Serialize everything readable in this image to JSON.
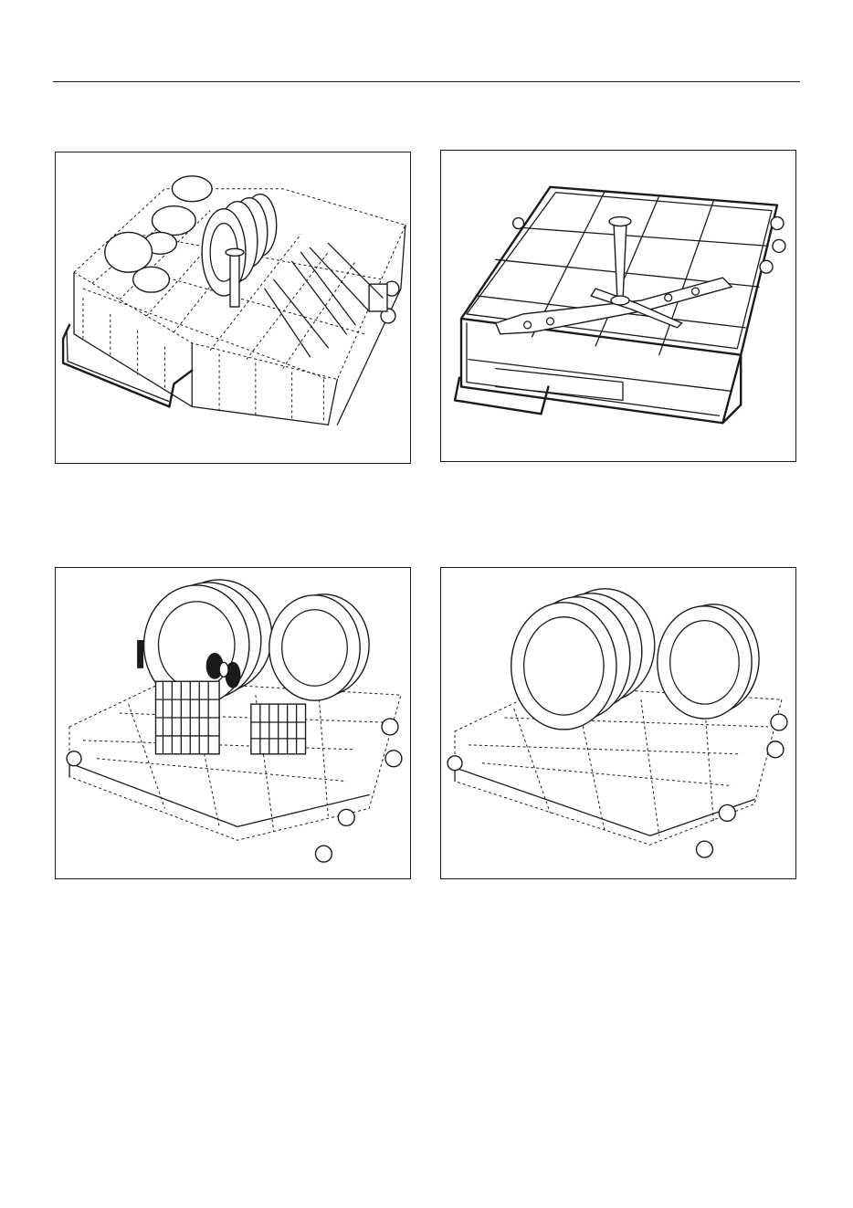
{
  "figures": [
    {
      "id": "fig1",
      "icon": "upper-basket-with-dishes-illustration"
    },
    {
      "id": "fig2",
      "icon": "empty-basket-with-spray-arm-illustration"
    },
    {
      "id": "fig3",
      "icon": "lower-basket-with-plates-and-cutlery-illustration"
    },
    {
      "id": "fig4",
      "icon": "lower-basket-with-plates-illustration"
    }
  ],
  "colors": {
    "line": "#1a1a1a",
    "background": "#ffffff"
  }
}
